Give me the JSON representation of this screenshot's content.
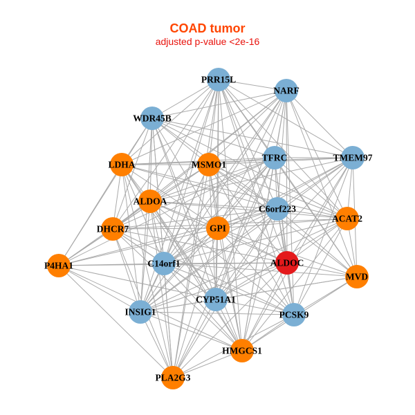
{
  "title": "COAD tumor",
  "subtitle": "adjusted p-value <2e-16",
  "colors": {
    "blue": "#7BAFD4",
    "orange": "#FF7F00",
    "red": "#E41A1C",
    "edge": "#AAAAAA"
  },
  "nodes": [
    {
      "label": "PRR15L",
      "group": "blue"
    },
    {
      "label": "NARF",
      "group": "blue"
    },
    {
      "label": "WDR45B",
      "group": "blue"
    },
    {
      "label": "TFRC",
      "group": "blue"
    },
    {
      "label": "TMEM97",
      "group": "blue"
    },
    {
      "label": "LDHA",
      "group": "orange"
    },
    {
      "label": "MSMO1",
      "group": "orange"
    },
    {
      "label": "ALDOA",
      "group": "orange"
    },
    {
      "label": "C6orf223",
      "group": "blue"
    },
    {
      "label": "ACAT2",
      "group": "orange"
    },
    {
      "label": "DHCR7",
      "group": "orange"
    },
    {
      "label": "GPI",
      "group": "orange"
    },
    {
      "label": "P4HA1",
      "group": "orange"
    },
    {
      "label": "C14orf1",
      "group": "blue"
    },
    {
      "label": "ALDOC",
      "group": "red"
    },
    {
      "label": "MVD",
      "group": "orange"
    },
    {
      "label": "CYP51A1",
      "group": "blue"
    },
    {
      "label": "INSIG1",
      "group": "blue"
    },
    {
      "label": "PCSK9",
      "group": "blue"
    },
    {
      "label": "HMGCS1",
      "group": "orange"
    },
    {
      "label": "PLA2G3",
      "group": "orange"
    }
  ],
  "neighbors": {
    "0": [
      1,
      2,
      3,
      4,
      5,
      6,
      7,
      8,
      9,
      10,
      11,
      13,
      14,
      15,
      16,
      17,
      18,
      19,
      20
    ],
    "1": [
      2,
      3,
      4,
      5,
      6,
      7,
      8,
      9,
      10,
      11,
      13,
      14,
      15,
      16,
      17,
      18,
      19
    ],
    "2": [
      3,
      4,
      5,
      6,
      7,
      8,
      9,
      10,
      11,
      12,
      13,
      16,
      17,
      19,
      20
    ],
    "3": [
      4,
      5,
      6,
      7,
      8,
      9,
      10,
      11,
      12,
      13,
      14,
      15,
      16,
      17,
      18,
      19,
      20
    ],
    "4": [
      5,
      6,
      7,
      8,
      9,
      11,
      13,
      14,
      15,
      16,
      17,
      18,
      19
    ],
    "5": [
      6,
      7,
      8,
      9,
      10,
      11,
      12,
      13,
      16,
      17,
      19,
      20
    ],
    "6": [
      7,
      8,
      9,
      10,
      11,
      12,
      13,
      14,
      15,
      16,
      17,
      18,
      19,
      20
    ],
    "7": [
      8,
      9,
      10,
      11,
      12,
      13,
      14,
      16,
      17,
      18,
      19,
      20
    ],
    "8": [
      9,
      10,
      11,
      12,
      13,
      14,
      15,
      16,
      17,
      18,
      19,
      20
    ],
    "9": [
      10,
      11,
      13,
      14,
      15,
      16,
      17,
      18,
      19
    ],
    "10": [
      11,
      12,
      13,
      14,
      16,
      17,
      18,
      19,
      20
    ],
    "11": [
      12,
      13,
      14,
      15,
      16,
      17,
      18,
      19,
      20
    ],
    "12": [
      13,
      14,
      16,
      17,
      19,
      20
    ],
    "13": [
      14,
      15,
      16,
      17,
      18,
      19,
      20
    ],
    "14": [
      15,
      16,
      17,
      18,
      19,
      20
    ],
    "15": [
      16,
      17,
      18,
      19
    ],
    "16": [
      17,
      18,
      19,
      20
    ],
    "17": [
      18,
      19,
      20
    ],
    "18": [
      19,
      20
    ],
    "19": [
      20
    ]
  }
}
